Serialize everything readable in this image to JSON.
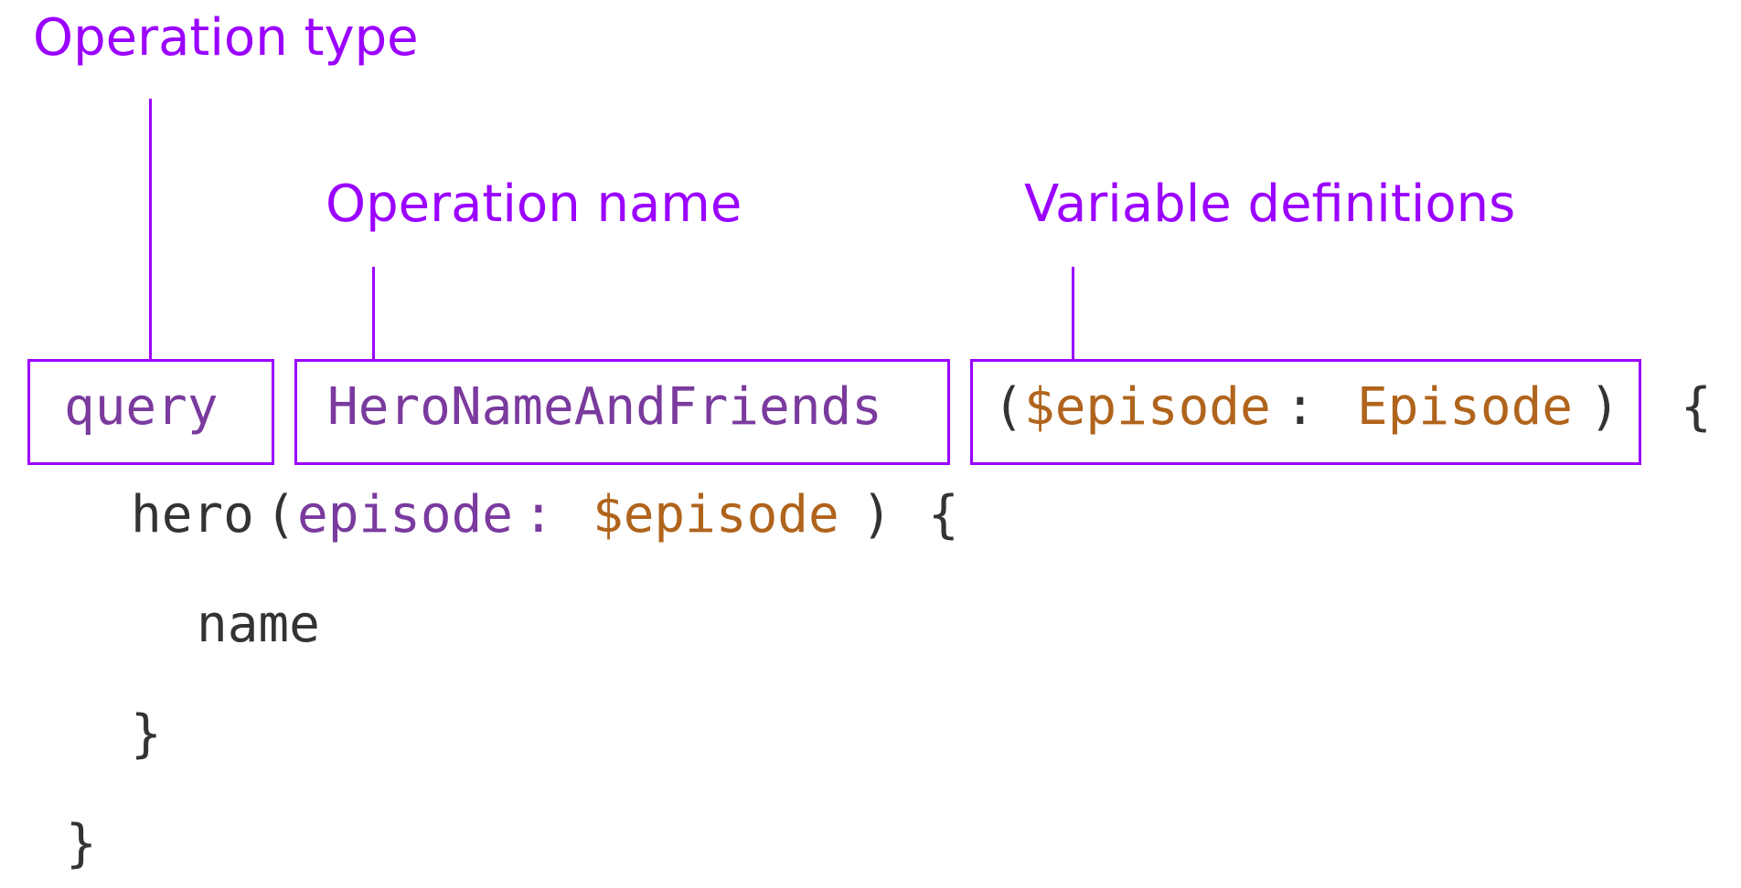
{
  "annotations": {
    "operation_type": "Operation type",
    "operation_name": "Operation name",
    "variable_definitions": "Variable definitions"
  },
  "code": {
    "keyword": "query",
    "operation_name": "HeroNameAndFriends",
    "open_paren": "(",
    "variable": "$episode",
    "colon": ":",
    "variable_type": "Episode",
    "close_paren": ")",
    "open_brace": "{",
    "field": "hero",
    "field_open_paren": "(",
    "arg_name": "episode",
    "arg_colon": ":",
    "arg_value": "$episode",
    "field_close_paren": ")",
    "field_open_brace": "{",
    "subfield": "name",
    "inner_close_brace": "}",
    "outer_close_brace": "}"
  },
  "colors": {
    "annotation": "#9b00ff",
    "keyword": "#7a3a9e",
    "variable": "#b0641c",
    "punctuation": "#333333"
  }
}
